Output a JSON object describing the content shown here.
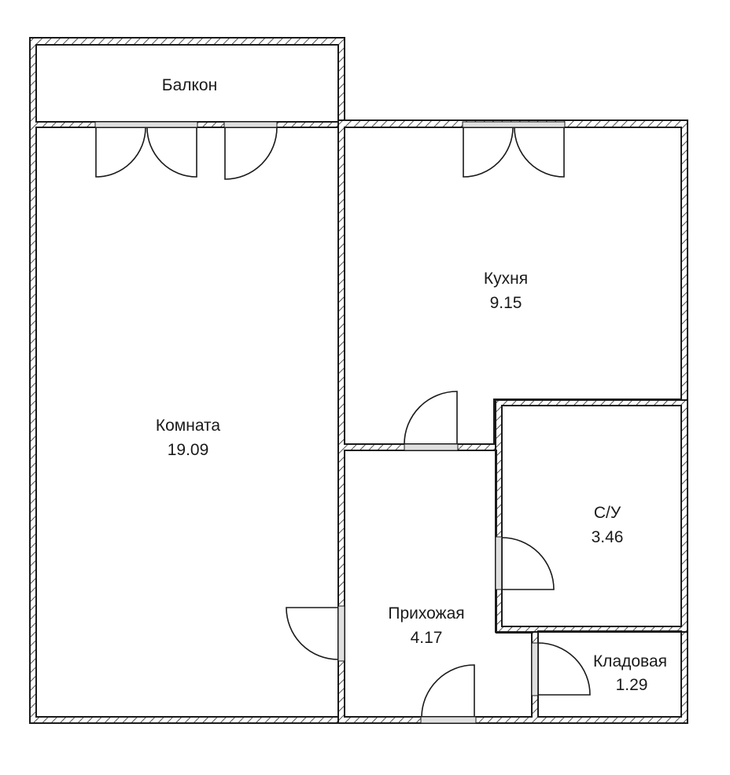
{
  "rooms": {
    "balcony": {
      "name": "Балкон",
      "area": ""
    },
    "room": {
      "name": "Комната",
      "area": "19.09"
    },
    "kitchen": {
      "name": "Кухня",
      "area": "9.15"
    },
    "bathroom": {
      "name": "С/У",
      "area": "3.46"
    },
    "hallway": {
      "name": "Прихожая",
      "area": "4.17"
    },
    "storage": {
      "name": "Кладовая",
      "area": "1.29"
    }
  },
  "colors": {
    "wall": "#1a1a1a",
    "background": "#ffffff",
    "opening": "#d9d9d9"
  }
}
